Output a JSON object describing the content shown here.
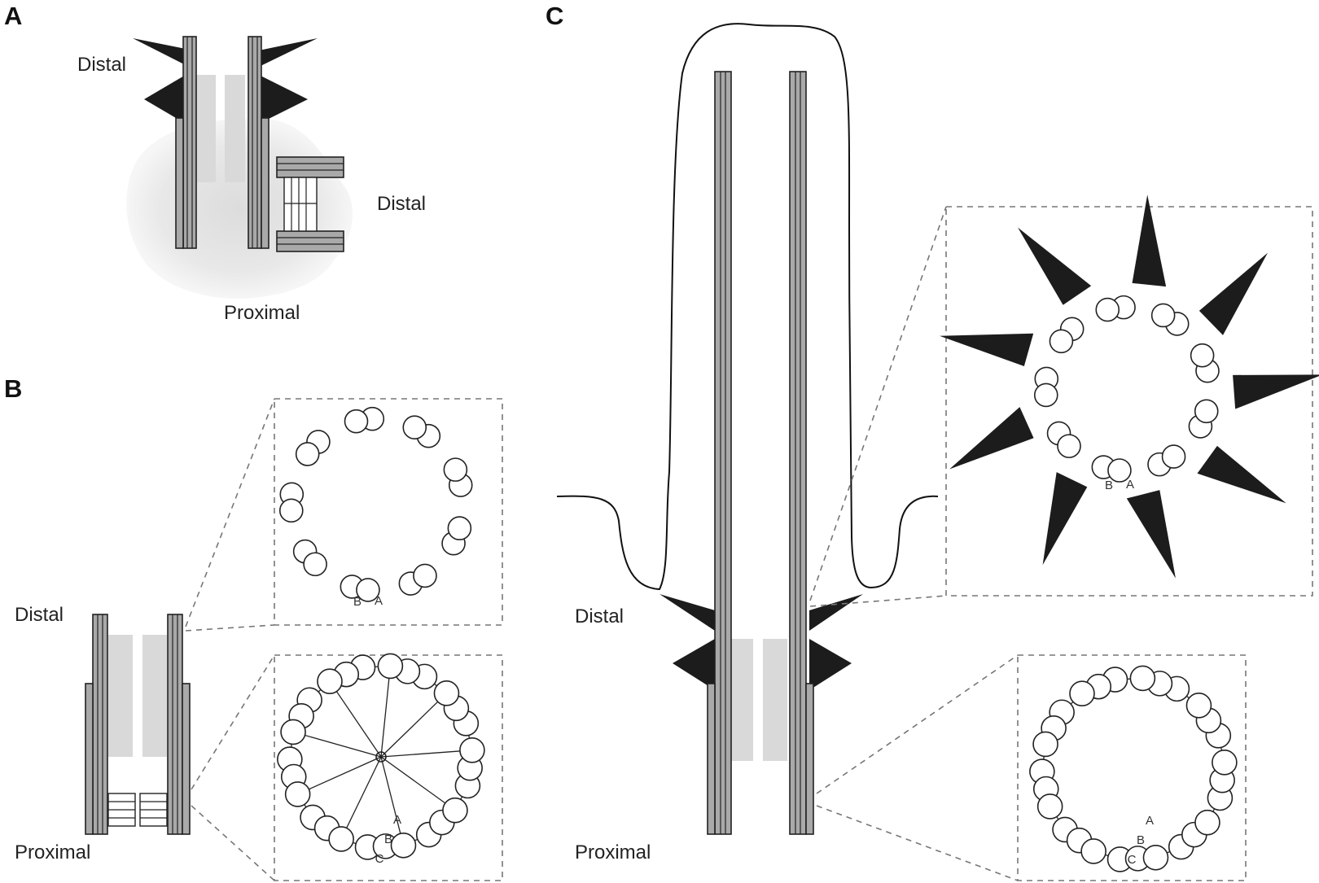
{
  "panels": {
    "a": {
      "letter": "A",
      "distal_top": "Distal",
      "distal_side": "Distal",
      "proximal": "Proximal"
    },
    "b": {
      "letter": "B",
      "distal": "Distal",
      "proximal": "Proximal",
      "distal_inset": {
        "label_b": "B",
        "label_a": "A"
      },
      "proximal_inset": {
        "label_a": "A",
        "label_b": "B",
        "label_c": "C"
      }
    },
    "c": {
      "letter": "C",
      "distal": "Distal",
      "proximal": "Proximal",
      "distal_inset": {
        "label_b": "B",
        "label_a": "A"
      },
      "proximal_inset": {
        "label_a": "A",
        "label_b": "B",
        "label_c": "C"
      }
    }
  },
  "colors": {
    "microtubule": "#a9a9a9",
    "appendage": "#1c1c1c",
    "cartwheel_lumen": "#d9d9d9",
    "pcm_cloud": "#e6e6e6",
    "inset_border": "#777777"
  },
  "icons": [
    "microtubule-triplet",
    "distal-appendage",
    "subdistal-appendage",
    "cartwheel",
    "ciliary-membrane"
  ]
}
